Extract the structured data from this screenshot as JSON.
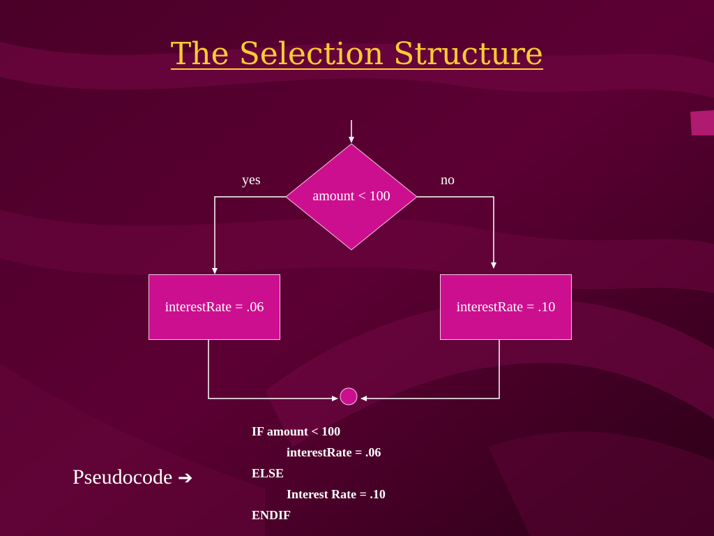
{
  "slide": {
    "title": "The Selection Structure",
    "colors": {
      "background": "#3a0020",
      "shape_fill": "#cc0f8f",
      "title_color": "#ffcc33",
      "line_color": "#ffffff"
    }
  },
  "flowchart": {
    "decision": "amount < 100",
    "yes_label": "yes",
    "no_label": "no",
    "yes_action": "interestRate = .06",
    "no_action": "interestRate = .10"
  },
  "pseudocode": {
    "label": "Pseudocode",
    "arrow_icon": "right-arrow-icon",
    "lines": [
      "IF amount < 100",
      "interestRate = .06",
      "ELSE",
      "Interest Rate = .10",
      "ENDIF"
    ]
  }
}
